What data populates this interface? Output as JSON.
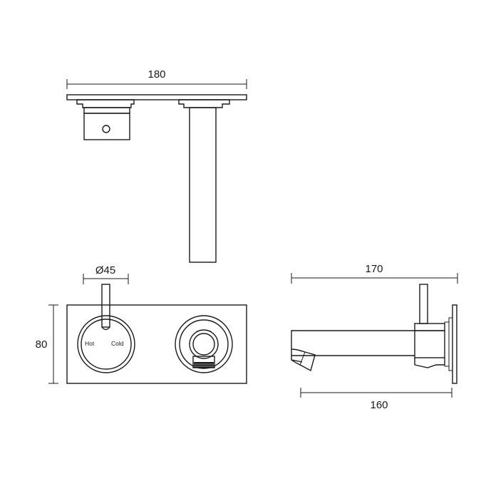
{
  "dimensions": {
    "top_width": "180",
    "handle_diameter": "Ø45",
    "plate_height": "80",
    "side_depth": "170",
    "spout_length": "160"
  },
  "handle": {
    "hot_label": "Hot",
    "cold_label": "Cold"
  }
}
